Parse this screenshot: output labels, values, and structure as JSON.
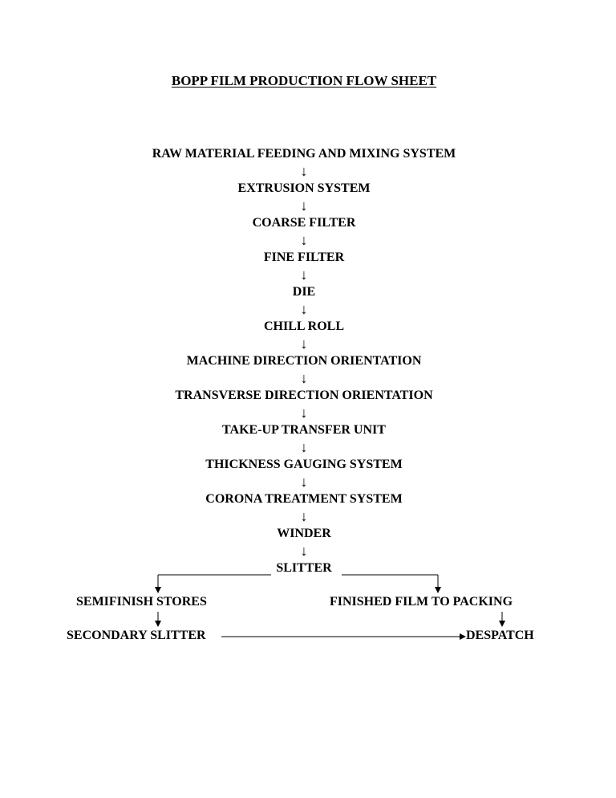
{
  "title": "BOPP FILM PRODUCTION FLOW SHEET",
  "main_steps": [
    "RAW MATERIAL FEEDING AND MIXING SYSTEM",
    "EXTRUSION SYSTEM",
    "COARSE FILTER",
    "FINE FILTER",
    "DIE",
    "CHILL ROLL",
    "MACHINE DIRECTION ORIENTATION",
    "TRANSVERSE DIRECTION ORIENTATION",
    "TAKE-UP TRANSFER UNIT",
    "THICKNESS GAUGING SYSTEM",
    "CORONA TREATMENT SYSTEM",
    "WINDER",
    "SLITTER"
  ],
  "arrow_glyph": "↓",
  "branch": {
    "left": "SEMIFINISH STORES",
    "right": "FINISHED FILM TO PACKING",
    "left_next": "SECONDARY SLITTER",
    "right_next": "DESPATCH"
  }
}
